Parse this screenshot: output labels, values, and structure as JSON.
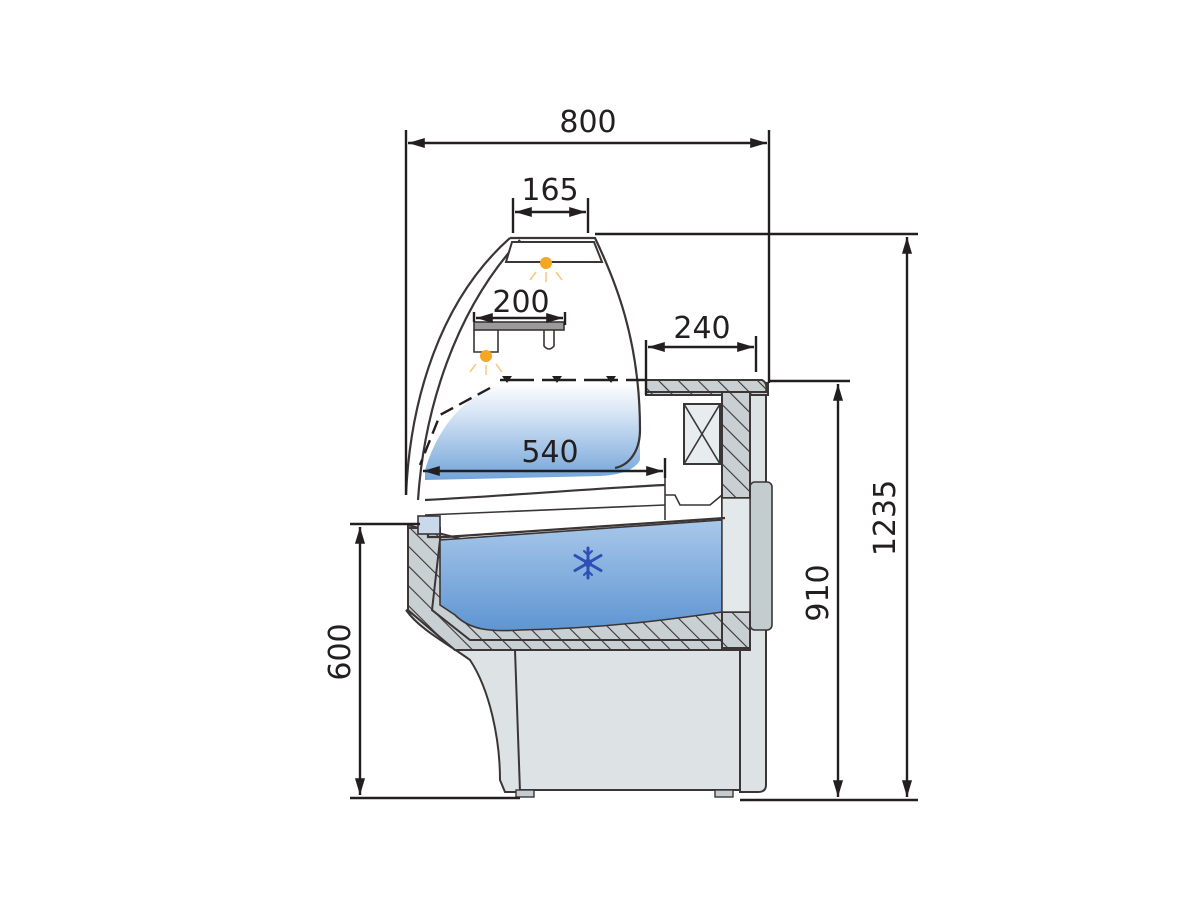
{
  "diagram": {
    "title": "Refrigerated display counter – side section",
    "dimensions": {
      "overall_width": "800",
      "top_canopy_width": "165",
      "shelf_width": "200",
      "worktop_depth": "240",
      "display_depth": "540",
      "overall_height": "1235",
      "counter_height": "910",
      "display_base_height": "600"
    },
    "symbols": {
      "refrigeration": "snowflake-icon",
      "top_light": "light-icon",
      "shelf_light": "light-icon"
    },
    "colors": {
      "cold_zone_top": "#eef4fb",
      "cold_zone_bottom": "#6b9fd6",
      "snowflake": "#2f4fb5",
      "light": "#f5a623",
      "cabinet": "#dde2e5",
      "hatch_bg": "#c9d0d3",
      "line": "#231f20"
    }
  }
}
